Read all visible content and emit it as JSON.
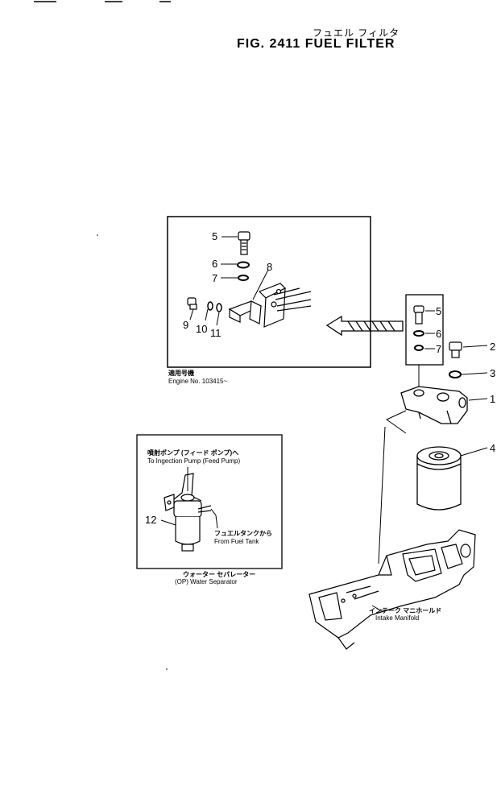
{
  "header": {
    "title_jp": "フュエル フィルタ",
    "title_en": "FIG. 2411  FUEL FILTER"
  },
  "inset_box": {
    "note_jp": "適用号機",
    "note_en": "Engine No. 103415~",
    "callouts": [
      "5",
      "6",
      "7",
      "8",
      "9",
      "10",
      "11"
    ]
  },
  "main_assembly": {
    "callouts": [
      "5",
      "6",
      "7",
      "2",
      "3",
      "1",
      "4"
    ],
    "manifold_label_jp": "インテーク マニホールド",
    "manifold_label_en": "Intake Manifold"
  },
  "water_separator": {
    "to_pump_jp": "噴射ポンプ (フィード ポンプ)へ",
    "to_pump_en": "To Ingection Pump (Feed Pump)",
    "from_tank_jp": "フュエルタンクから",
    "from_tank_en": "From Fuel Tank",
    "callout": "12",
    "caption_jp": "ウォーター セパレーター",
    "caption_en": "(OP) Water Separator"
  }
}
